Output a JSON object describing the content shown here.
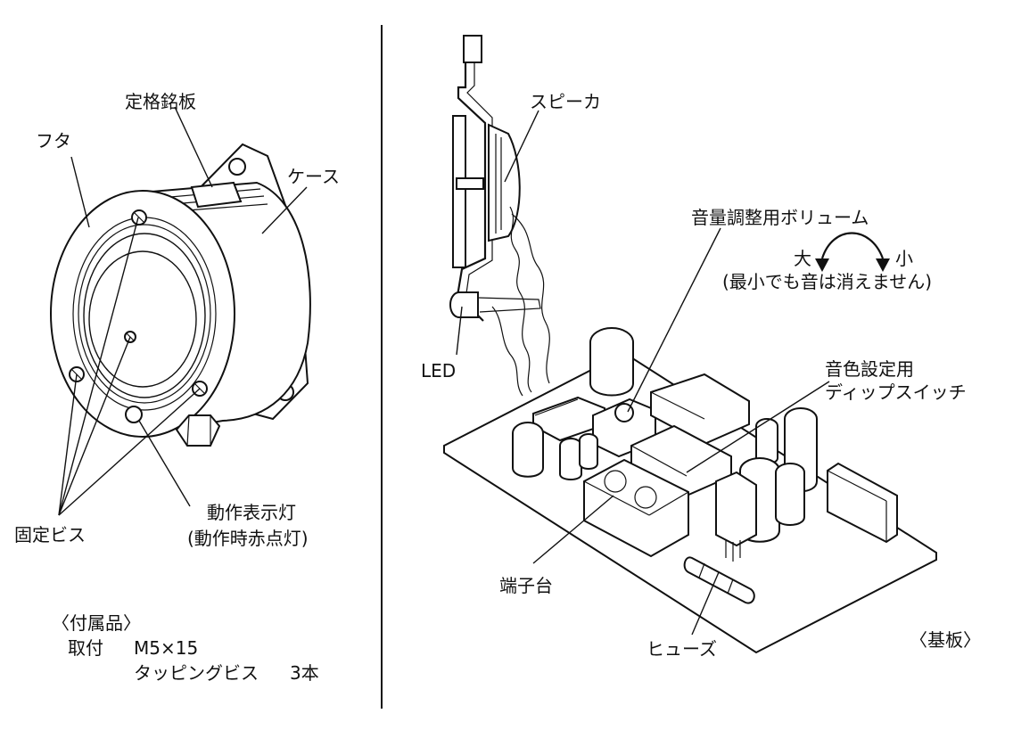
{
  "labels": {
    "rating_plate": "定格銘板",
    "lid": "フタ",
    "case": "ケース",
    "fixing_screw": "固定ビス",
    "indicator_lamp": "動作表示灯",
    "indicator_note": "(動作時赤点灯)",
    "speaker": "スピーカ",
    "volume_knob": "音量調整用ボリューム",
    "volume_large": "大",
    "volume_small": "小",
    "volume_note": "(最小でも音は消えません)",
    "led": "LED",
    "dip_switch_line1": "音色設定用",
    "dip_switch_line2": "ディップスイッチ",
    "terminal_block": "端子台",
    "fuse": "ヒューズ",
    "board_caption": "〈基板〉"
  },
  "accessories": {
    "title": "〈付属品〉",
    "mount_label": "取付",
    "spec": "M5×15",
    "item": "タッピングビス",
    "quantity": "3本"
  }
}
